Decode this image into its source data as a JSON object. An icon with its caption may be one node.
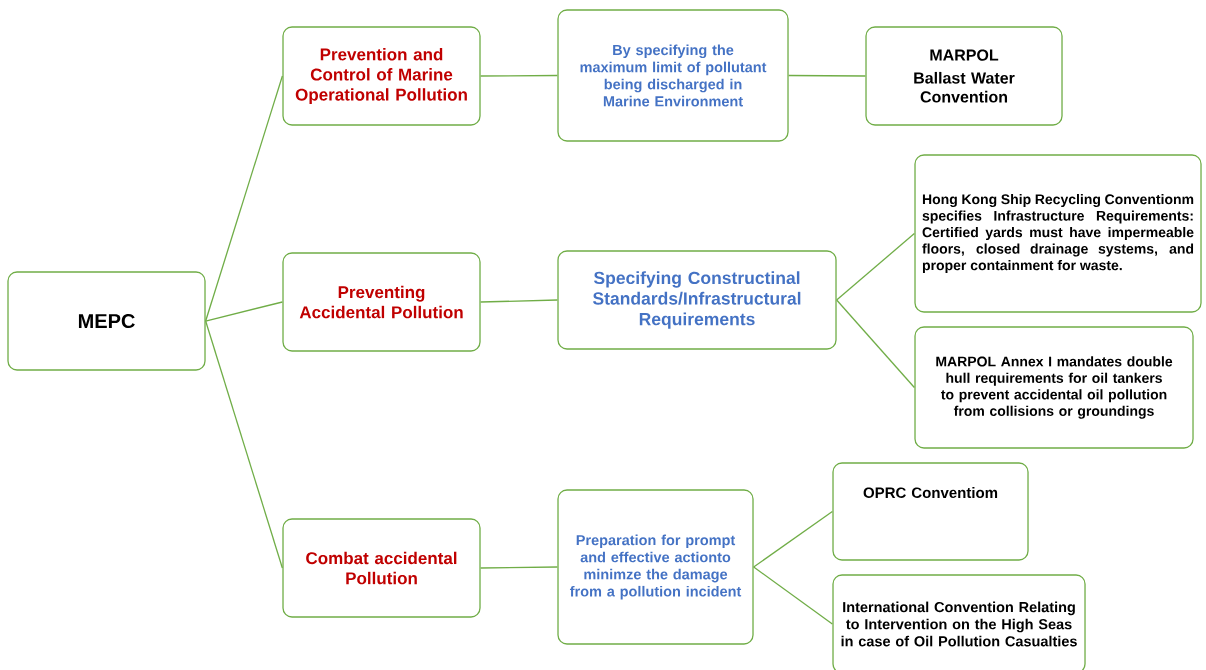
{
  "diagram": {
    "nodes": [
      {
        "text": [
          "MEPC"
        ]
      },
      {
        "text": [
          "Prevention and Control of Marine Operational Pollution"
        ]
      },
      {
        "text": [
          "Preventing Accidental Pollution"
        ]
      },
      {
        "text": [
          "Combat accidental Pollution"
        ]
      },
      {
        "text": [
          "By specifying the maximum limit of pollutant being discharged in Marine Environment"
        ]
      },
      {
        "text": [
          "MARPOL",
          "Ballast Water Convention"
        ]
      },
      {
        "text": [
          "Specifying Constructinal Standards/Infrastructural Requirements"
        ]
      },
      {
        "text": [
          "Hong Kong Ship Recycling Conventionm specifies Infrastructure Requirements: Certified yards must have impermeable floors, closed drainage systems, and proper containment for waste."
        ]
      },
      {
        "text": [
          "MARPOL Annex I mandates double hull requirements for oil tankers to prevent accidental oil pollution from collisions or groundings"
        ]
      },
      {
        "text": [
          "Preparation for prompt and effective actionto minimze the damage from a pollution incident"
        ]
      },
      {
        "text": [
          "OPRC Conventiom"
        ]
      },
      {
        "text": [
          "International Convention Relating to Intervention on the High Seas in case of Oil Pollution Casualties"
        ]
      }
    ],
    "edges": [
      {
        "from": 0,
        "to": 1,
        "arrow": "none"
      },
      {
        "from": 0,
        "to": 2,
        "arrow": "none"
      },
      {
        "from": 0,
        "to": 3,
        "arrow": "none"
      },
      {
        "from": 1,
        "to": 4,
        "arrow": "none"
      },
      {
        "from": 4,
        "to": 5,
        "arrow": "none"
      },
      {
        "from": 2,
        "to": 6,
        "arrow": "none"
      },
      {
        "from": 6,
        "to": 7,
        "arrow": "none"
      },
      {
        "from": 6,
        "to": 8,
        "arrow": "none"
      },
      {
        "from": 3,
        "to": 9,
        "arrow": "none"
      },
      {
        "from": 9,
        "to": 10,
        "arrow": "none"
      },
      {
        "from": 9,
        "to": 11,
        "arrow": "none"
      }
    ]
  }
}
